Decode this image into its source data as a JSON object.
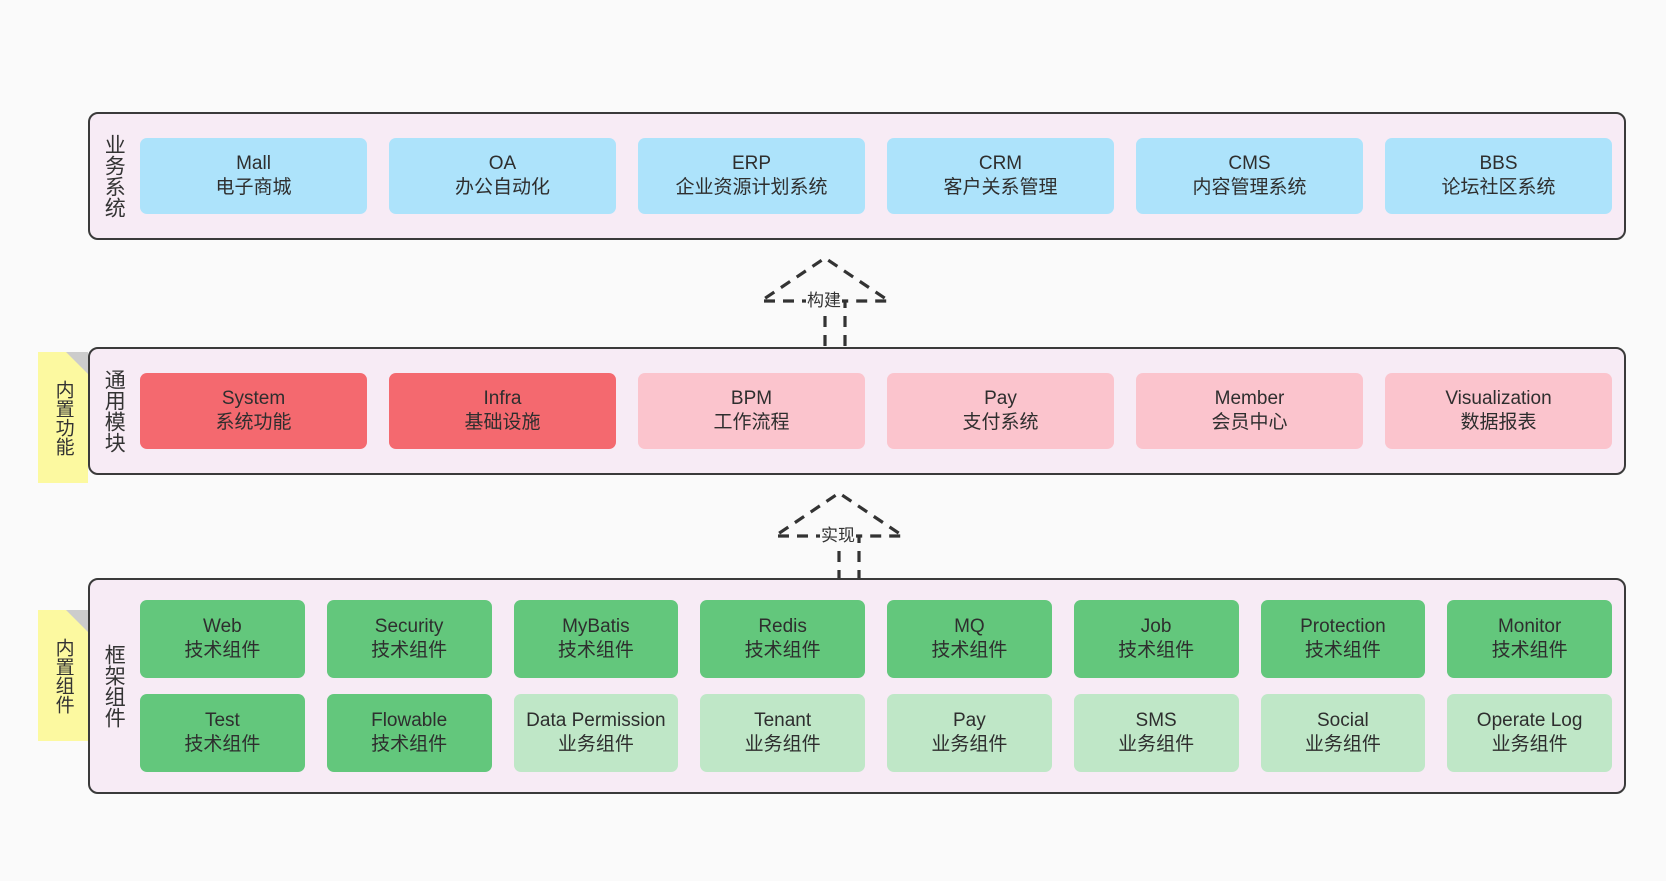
{
  "diagram": {
    "title_hidden": "",
    "colors": {
      "background": "#fafafa",
      "panel": "#f7ebf5",
      "panel_border": "#3a3a3a",
      "business_card": "#ade3fb",
      "module_core": "#f4696f",
      "module_other": "#fbc4cd",
      "framework_tech": "#63c77c",
      "framework_business": "#bfe7c7",
      "sticky_note": "#fcf9a0",
      "sticky_fold": "#cccccc",
      "text": "#333333"
    }
  },
  "layers": [
    {
      "id": "business-system",
      "title": "业务系统",
      "rows": [
        {
          "cards": [
            {
              "name": "Mall",
              "desc": "电子商城",
              "style": "c-blue"
            },
            {
              "name": "OA",
              "desc": "办公自动化",
              "style": "c-blue"
            },
            {
              "name": "ERP",
              "desc": "企业资源计划系统",
              "style": "c-blue"
            },
            {
              "name": "CRM",
              "desc": "客户关系管理",
              "style": "c-blue"
            },
            {
              "name": "CMS",
              "desc": "内容管理系统",
              "style": "c-blue"
            },
            {
              "name": "BBS",
              "desc": "论坛社区系统",
              "style": "c-blue"
            }
          ]
        }
      ]
    },
    {
      "id": "common-module",
      "title": "通用模块",
      "sticky": "内置功能",
      "rows": [
        {
          "cards": [
            {
              "name": "System",
              "desc": "系统功能",
              "style": "c-red"
            },
            {
              "name": "Infra",
              "desc": "基础设施",
              "style": "c-red"
            },
            {
              "name": "BPM",
              "desc": "工作流程",
              "style": "c-pink"
            },
            {
              "name": "Pay",
              "desc": "支付系统",
              "style": "c-pink"
            },
            {
              "name": "Member",
              "desc": "会员中心",
              "style": "c-pink"
            },
            {
              "name": "Visualization",
              "desc": "数据报表",
              "style": "c-pink"
            }
          ]
        }
      ]
    },
    {
      "id": "framework-component",
      "title": "框架组件",
      "sticky": "内置组件",
      "rows": [
        {
          "cards": [
            {
              "name": "Web",
              "desc": "技术组件",
              "style": "c-green"
            },
            {
              "name": "Security",
              "desc": "技术组件",
              "style": "c-green"
            },
            {
              "name": "MyBatis",
              "desc": "技术组件",
              "style": "c-green"
            },
            {
              "name": "Redis",
              "desc": "技术组件",
              "style": "c-green"
            },
            {
              "name": "MQ",
              "desc": "技术组件",
              "style": "c-green"
            },
            {
              "name": "Job",
              "desc": "技术组件",
              "style": "c-green"
            },
            {
              "name": "Protection",
              "desc": "技术组件",
              "style": "c-green"
            },
            {
              "name": "Monitor",
              "desc": "技术组件",
              "style": "c-green"
            }
          ]
        },
        {
          "cards": [
            {
              "name": "Test",
              "desc": "技术组件",
              "style": "c-green"
            },
            {
              "name": "Flowable",
              "desc": "技术组件",
              "style": "c-green"
            },
            {
              "name": "Data Permission",
              "desc": "业务组件",
              "style": "c-lgreen"
            },
            {
              "name": "Tenant",
              "desc": "业务组件",
              "style": "c-lgreen"
            },
            {
              "name": "Pay",
              "desc": "业务组件",
              "style": "c-lgreen"
            },
            {
              "name": "SMS",
              "desc": "业务组件",
              "style": "c-lgreen"
            },
            {
              "name": "Social",
              "desc": "业务组件",
              "style": "c-lgreen"
            },
            {
              "name": "Operate Log",
              "desc": "业务组件",
              "style": "c-lgreen"
            }
          ]
        }
      ]
    }
  ],
  "connectors": [
    {
      "id": "build",
      "label": "构建"
    },
    {
      "id": "implement",
      "label": "实现"
    }
  ]
}
